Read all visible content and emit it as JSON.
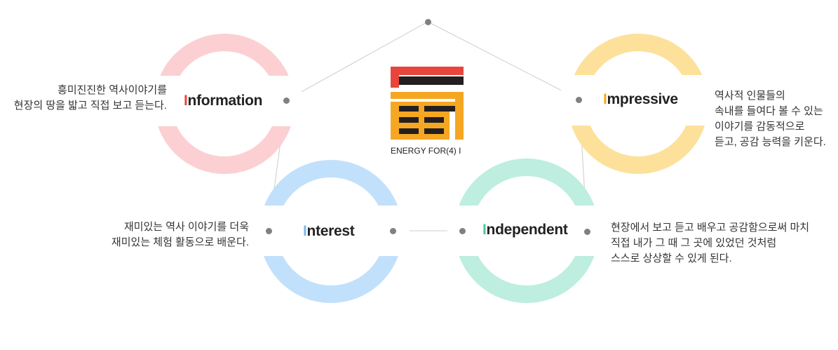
{
  "colors": {
    "information": "#fcd0d2",
    "impressive": "#fde19b",
    "interest": "#c1e0fb",
    "independent": "#bdeee0",
    "dot": "#808080",
    "line": "#cccccc",
    "logo_red": "#e8453c",
    "logo_orange": "#f5a623",
    "logo_black": "#231f20"
  },
  "logo": {
    "caption": "ENERGY FOR(4) I"
  },
  "nodes": {
    "information": {
      "initial": "I",
      "rest": "nformation",
      "initial_color": "#e8453c",
      "desc": [
        "흥미진진한 역사이야기를",
        "현장의 땅을 밟고 직접 보고 듣는다."
      ]
    },
    "impressive": {
      "initial": "I",
      "rest": "mpressive",
      "initial_color": "#f5a623",
      "desc": [
        "역사적 인물들의",
        "속내를 들여다 볼 수 있는",
        "이야기를 감동적으로",
        "듣고, 공감 능력을 키운다."
      ]
    },
    "interest": {
      "initial": "I",
      "rest": "nterest",
      "initial_color": "#7db9ec",
      "desc": [
        "재미있는 역사 이야기를 더욱",
        "재미있는 체험 활동으로 배운다."
      ]
    },
    "independent": {
      "initial": "I",
      "rest": "ndependent",
      "initial_color": "#4fc5a3",
      "desc": [
        "현장에서 보고 듣고 배우고 공감함으로써 마치",
        "직접 내가 그 때 그 곳에 있었던 것처럼",
        "스스로 상상할 수 있게 된다."
      ]
    }
  }
}
